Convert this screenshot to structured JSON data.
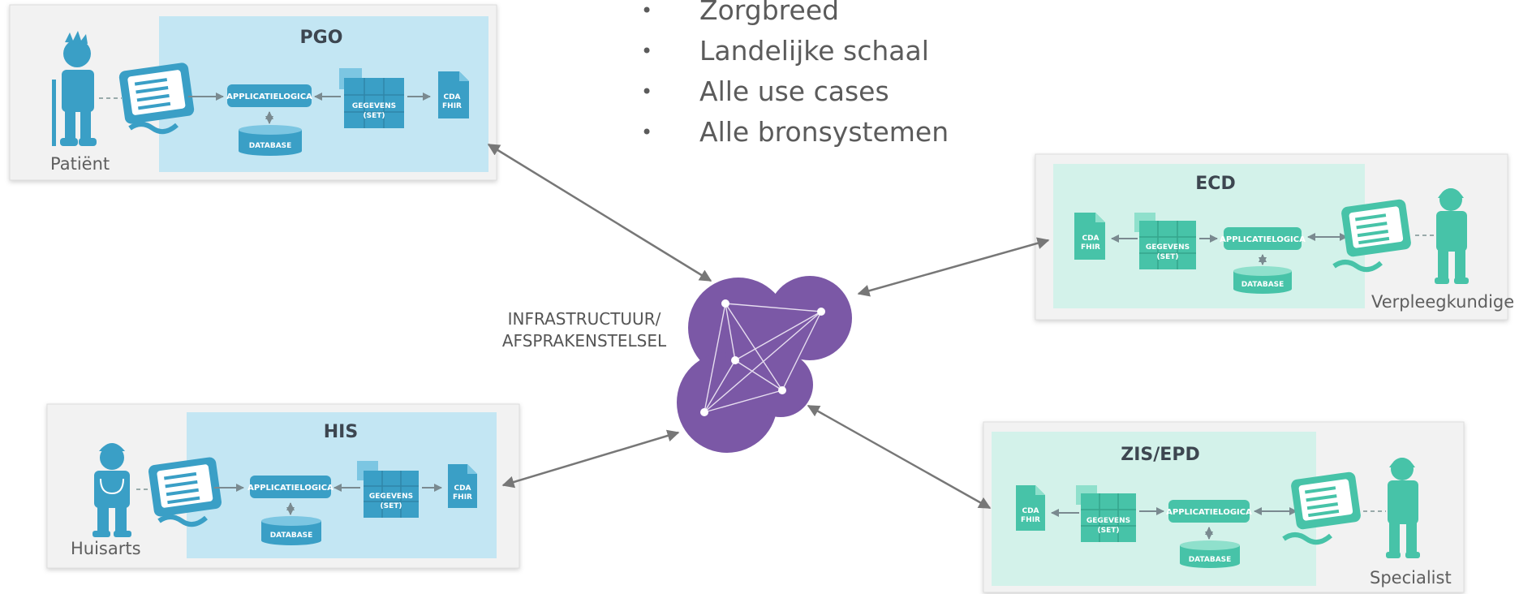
{
  "bullets": [
    "Zorgbreed",
    "Landelijke schaal",
    "Alle use cases",
    "Alle bronsystemen"
  ],
  "center": {
    "line1": "INFRASTRUCTUUR/",
    "line2": "AFSPRAKENSTELSEL"
  },
  "common": {
    "applicatielogica": "APPLICATIELOGICA",
    "gegevens": "GEGEVENS",
    "set": "(SET)",
    "database": "DATABASE",
    "cda": "CDA",
    "fhir": "FHIR"
  },
  "systems": {
    "pgo": {
      "title": "PGO",
      "actor": "Patiënt"
    },
    "his": {
      "title": "HIS",
      "actor": "Huisarts"
    },
    "ecd": {
      "title": "ECD",
      "actor": "Verpleegkundige"
    },
    "zis": {
      "title": "ZIS/EPD",
      "actor": "Specialist"
    }
  },
  "colors": {
    "blue_panel": "#c3e6f3",
    "blue_element": "#3a9fc6",
    "teal_panel": "#d3f2ea",
    "teal_element": "#47c3a8",
    "cloud": "#7b58a6",
    "arrow": "#777777"
  }
}
